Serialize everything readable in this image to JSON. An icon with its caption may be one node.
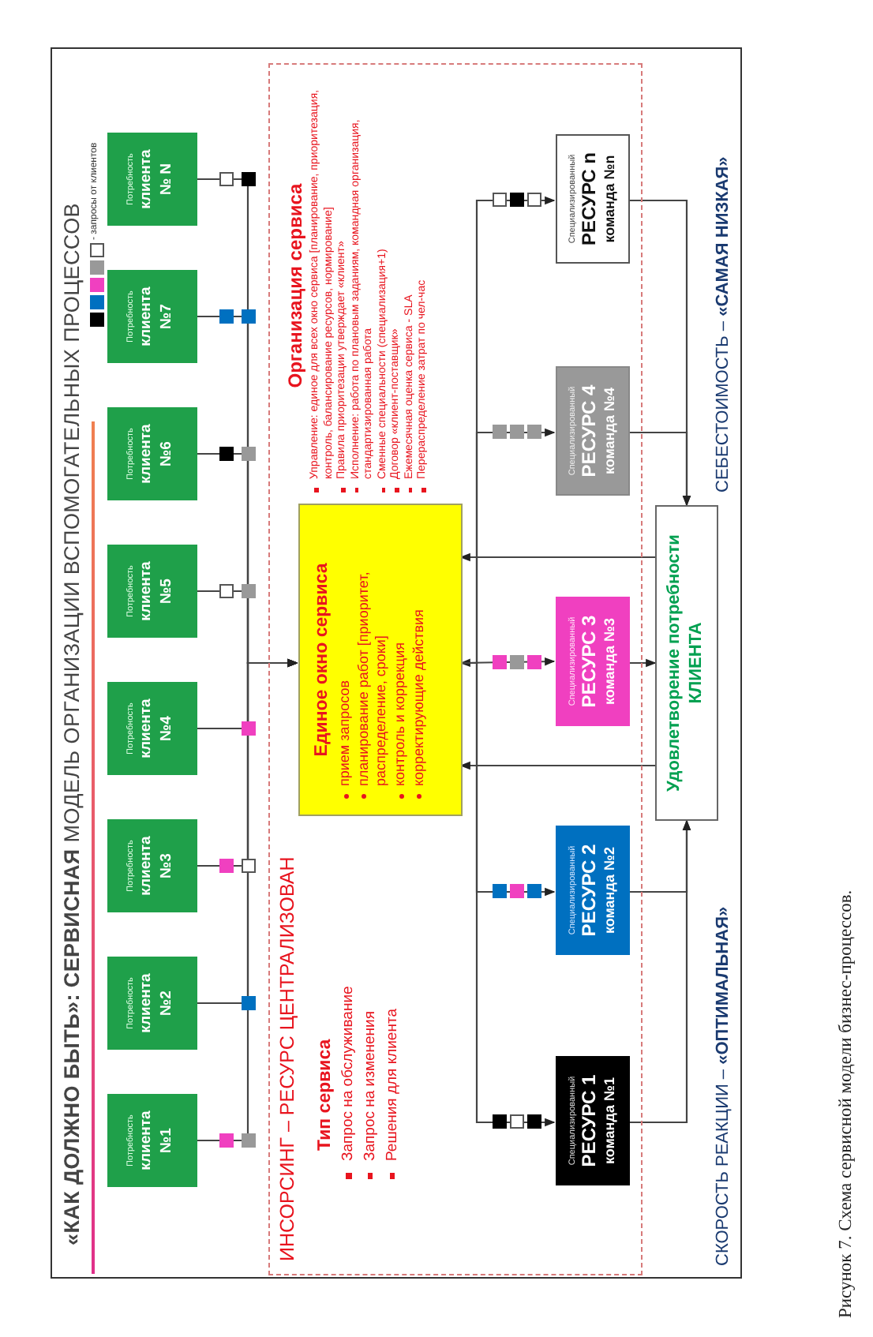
{
  "diagram": {
    "title": "**«КАК ДОЛЖНО БЫТЬ»:** **СЕРВИСНАЯ** МОДЕЛЬ ОРГАНИЗАЦИИ ВСПОМОГАТЕЛЬНЫХ ПРОЦЕССОВ",
    "caption": "Рисунок 7. Схема сервисной модели бизнес-процессов.",
    "nodes": [
      {
        "text": [
          "ИНСОРСИНГ – РЕСУРС ЦЕНТРАЛИЗОВАН"
        ]
      },
      {
        "text": [
          "Потребность",
          "клиента №1"
        ]
      },
      {
        "text": [
          "Потребность",
          "клиента №2"
        ]
      },
      {
        "text": [
          "Потребность",
          "клиента №3"
        ]
      },
      {
        "text": [
          "Потребность",
          "клиента №4"
        ]
      },
      {
        "text": [
          "Потребность",
          "клиента №5"
        ]
      },
      {
        "text": [
          "Потребность",
          "клиента №6"
        ]
      },
      {
        "text": [
          "Потребность",
          "клиента №7"
        ]
      },
      {
        "text": [
          "Потребность",
          "клиента № N"
        ]
      },
      {
        "text": [
          "Единое окно сервиса",
          "прием запросов",
          "планирование работ [приоритет, распределение, сроки]",
          "контроль и коррекция",
          "корректирующие действия"
        ],
        "in": 0
      },
      {
        "text": [
          "Специализированный",
          "РЕСУРС 1",
          "команда №1"
        ],
        "in": 0
      },
      {
        "text": [
          "Специализированный",
          "РЕСУРС 2",
          "команда №2"
        ],
        "in": 0
      },
      {
        "text": [
          "Специализированный",
          "РЕСУРС 3",
          "команда №3"
        ],
        "in": 0
      },
      {
        "text": [
          "Специализированный",
          "РЕСУРС 4",
          "команда №4"
        ],
        "in": 0
      },
      {
        "text": [
          "Специализированный",
          "РЕСУРС n",
          "команда №n"
        ],
        "in": 0
      },
      {
        "text": [
          "Удовлетворение потребности КЛИЕНТА"
        ]
      }
    ],
    "edges": [
      {
        "from": 1,
        "to": 9,
        "arrow": "to"
      },
      {
        "from": 2,
        "to": 9,
        "arrow": "to"
      },
      {
        "from": 3,
        "to": 9,
        "arrow": "to"
      },
      {
        "from": 4,
        "to": 9,
        "arrow": "to"
      },
      {
        "from": 5,
        "to": 9,
        "arrow": "to"
      },
      {
        "from": 6,
        "to": 9,
        "arrow": "to"
      },
      {
        "from": 7,
        "to": 9,
        "arrow": "to"
      },
      {
        "from": 8,
        "to": 9,
        "arrow": "to"
      },
      {
        "from": 9,
        "to": 10,
        "arrow": "to"
      },
      {
        "from": 9,
        "to": 11,
        "arrow": "to"
      },
      {
        "from": 9,
        "to": 12,
        "arrow": "both"
      },
      {
        "from": 9,
        "to": 13,
        "arrow": "to"
      },
      {
        "from": 9,
        "to": 14,
        "arrow": "to"
      },
      {
        "from": 10,
        "to": 15,
        "arrow": "to"
      },
      {
        "from": 11,
        "to": 15,
        "arrow": "to"
      },
      {
        "from": 12,
        "to": 15,
        "arrow": "to"
      },
      {
        "from": 13,
        "to": 15,
        "arrow": "to"
      },
      {
        "from": 14,
        "to": 15,
        "arrow": "to"
      },
      {
        "from": 15,
        "to": 9,
        "arrow": "to"
      },
      {
        "from": 15,
        "to": 9,
        "arrow": "to"
      }
    ],
    "labels": [
      "Тип сервиса",
      "Запрос на обслуживание",
      "Запрос на изменения",
      "Решения для клиента",
      "Организация сервиса",
      "Управление: единое для всех окно сервиса [планирование, приоритезация, контроль, балансирование ресурсов, нормирование]",
      "Правила приоритезации утверждает «клиент»",
      "Исполнение: работа по плановым заданиям, командная организация, стандартизированная работа",
      "Сменные специальности (специализация+1)",
      "Договор «клиент-поставщик»",
      "Ежемесячная оценка сервиса - SLA",
      "Перераспределение затрат по чел-час",
      "СКОРОСТЬ РЕАКЦИИ – **«ОПТИМАЛЬНАЯ»**",
      "СЕБЕСТОИМОСТЬ – **«САМАЯ НИЗКАЯ»**"
    ],
    "legend": [
      {
        "text": "- запросы от клиентов"
      }
    ]
  }
}
